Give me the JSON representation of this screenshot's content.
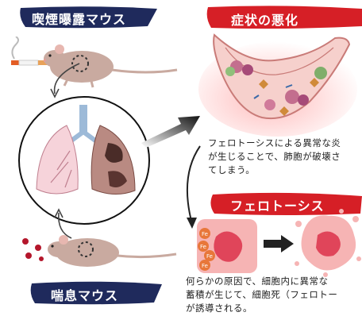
{
  "banners": {
    "smoke": "喫煙曝露マウス",
    "asthma": "喘息マウス",
    "worsening": "症状の悪化",
    "ferroptosis": "フェロトーシス"
  },
  "captions": {
    "worsening": [
      "フェロトーシスによる異常な炎",
      "が生じることで、肺胞が破壊さ",
      "てしまう。"
    ],
    "ferroptosis": [
      "何らかの原因で、細胞内に異常な",
      "蓄積が生じて、細胞死（フェロトー",
      "が誘導される。"
    ]
  },
  "fe_label": "Fe",
  "colors": {
    "navy": "#1f2a5c",
    "red": "#d61f26",
    "cell_pink": "#f4a0a6",
    "cell_core": "#e0455a"
  }
}
